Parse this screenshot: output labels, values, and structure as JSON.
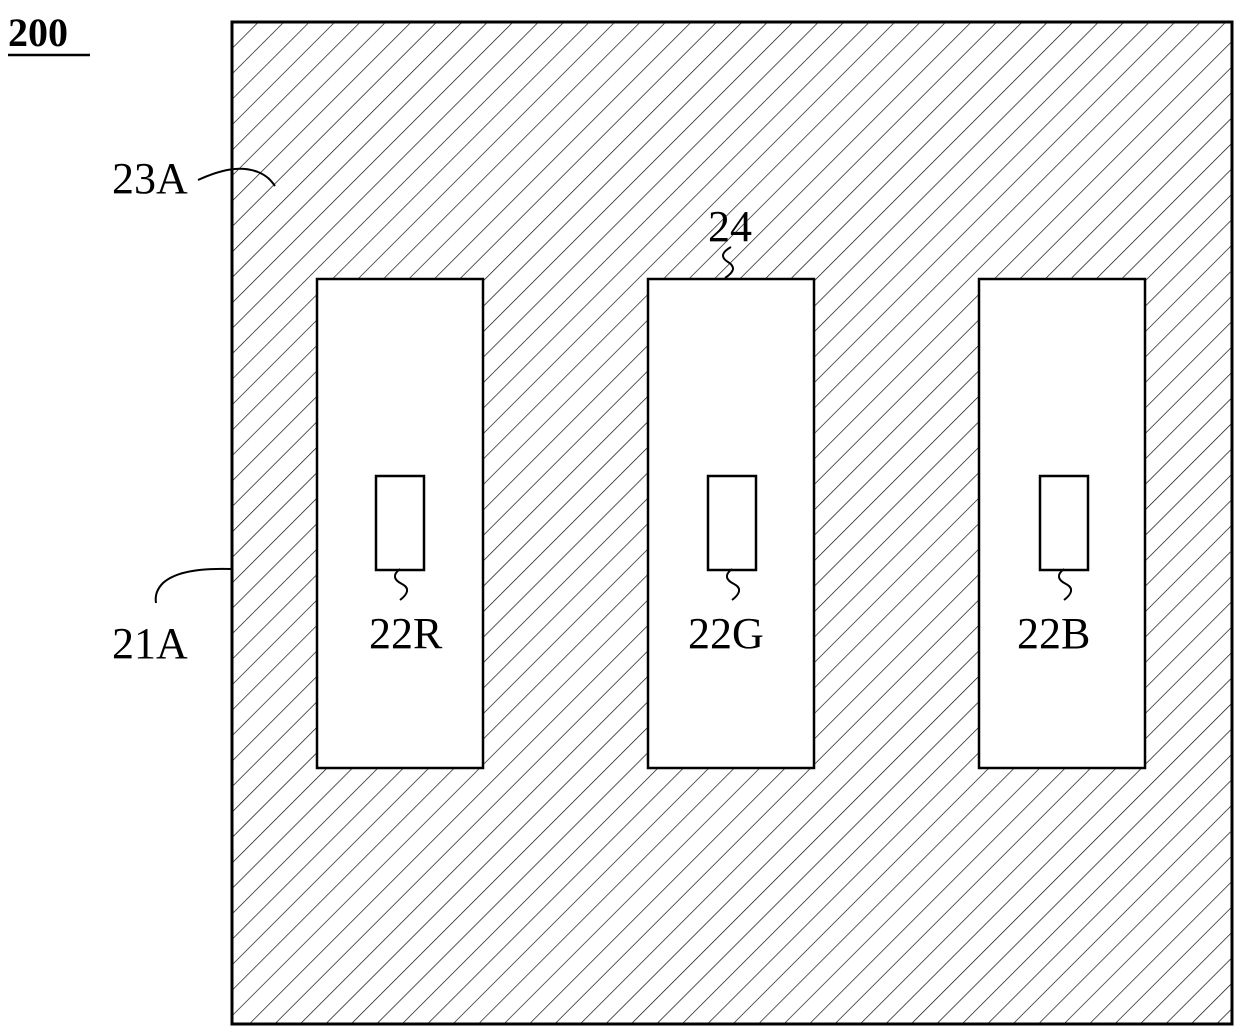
{
  "figure": {
    "number": "200"
  },
  "labels": {
    "substrate": "21A",
    "hatched_layer": "23A",
    "opening": "24",
    "red_subpixel": "22R",
    "green_subpixel": "22G",
    "blue_subpixel": "22B"
  },
  "colors": {
    "line": "#000000",
    "background": "#ffffff"
  }
}
